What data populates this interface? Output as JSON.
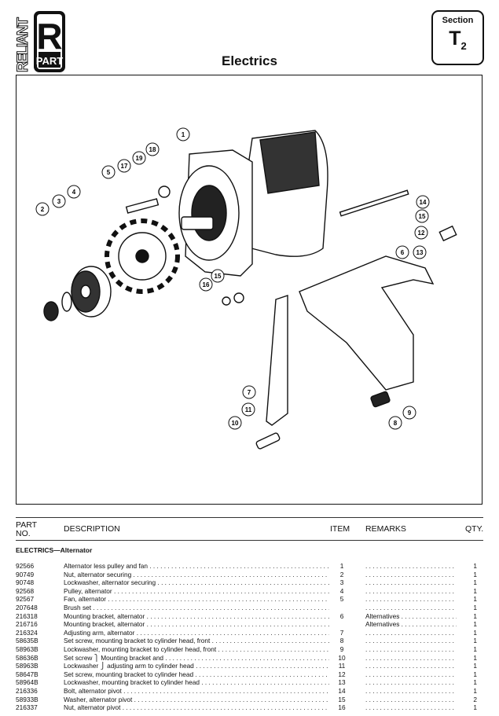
{
  "logo": {
    "brand": "RELIANT",
    "letter": "R",
    "sub": "PART"
  },
  "title": "Electrics",
  "section": {
    "label": "Section",
    "letter": "T",
    "number": "2"
  },
  "diagram": {
    "callouts": [
      "1",
      "2",
      "3",
      "4",
      "5",
      "6",
      "7",
      "8",
      "9",
      "10",
      "11",
      "12",
      "13",
      "14",
      "15",
      "15",
      "16",
      "17",
      "18",
      "19"
    ]
  },
  "table": {
    "headers": {
      "part_no": "PART NO.",
      "description": "DESCRIPTION",
      "item": "ITEM",
      "remarks": "REMARKS",
      "qty": "QTY."
    },
    "group": "ELECTRICS—Alternator",
    "rows": [
      {
        "part": "92566",
        "desc": "Alternator less pulley and fan",
        "item": "1",
        "remarks": "",
        "qty": "1"
      },
      {
        "part": "90749",
        "desc": "Nut, alternator securing",
        "item": "2",
        "remarks": "",
        "qty": "1"
      },
      {
        "part": "90748",
        "desc": "Lockwasher, alternator securing",
        "item": "3",
        "remarks": "",
        "qty": "1"
      },
      {
        "part": "92568",
        "desc": "Pulley, alternator",
        "item": "4",
        "remarks": "",
        "qty": "1"
      },
      {
        "part": "92567",
        "desc": "Fan, alternator",
        "item": "5",
        "remarks": "",
        "qty": "1"
      },
      {
        "part": "207648",
        "desc": "Brush set",
        "item": "",
        "remarks": "",
        "qty": "1"
      },
      {
        "part": "216318",
        "desc": "Mounting bracket, alternator",
        "item": "6",
        "remarks": "Alternatives",
        "qty": "1"
      },
      {
        "part": "216716",
        "desc": "Mounting bracket, alternator",
        "item": "",
        "remarks": "Alternatives",
        "qty": "1"
      },
      {
        "part": "216324",
        "desc": "Adjusting arm, alternator",
        "item": "7",
        "remarks": "",
        "qty": "1"
      },
      {
        "part": "58635B",
        "desc": "Set screw, mounting bracket to cylinder head, front",
        "item": "8",
        "remarks": "",
        "qty": "1"
      },
      {
        "part": "58963B",
        "desc": "Lockwasher, mounting bracket to cylinder head, front",
        "item": "9",
        "remarks": "",
        "qty": "1"
      },
      {
        "part": "58636B",
        "desc": "Set screw  ⎫ Mounting bracket and",
        "item": "10",
        "remarks": "",
        "qty": "1"
      },
      {
        "part": "58963B",
        "desc": "Lockwasher ⎭ adjusting arm to cylinder head",
        "item": "11",
        "remarks": "",
        "qty": "1"
      },
      {
        "part": "58647B",
        "desc": "Set screw, mounting bracket to cylinder head",
        "item": "12",
        "remarks": "",
        "qty": "1"
      },
      {
        "part": "58964B",
        "desc": "Lockwasher, mounting bracket to cylinder head",
        "item": "13",
        "remarks": "",
        "qty": "1"
      },
      {
        "part": "216336",
        "desc": "Bolt, alternator pivot",
        "item": "14",
        "remarks": "",
        "qty": "1"
      },
      {
        "part": "58933B",
        "desc": "Washer, alternator pivot",
        "item": "15",
        "remarks": "",
        "qty": "2"
      },
      {
        "part": "216337",
        "desc": "Nut, alternator pivot",
        "item": "16",
        "remarks": "",
        "qty": "1"
      }
    ]
  }
}
